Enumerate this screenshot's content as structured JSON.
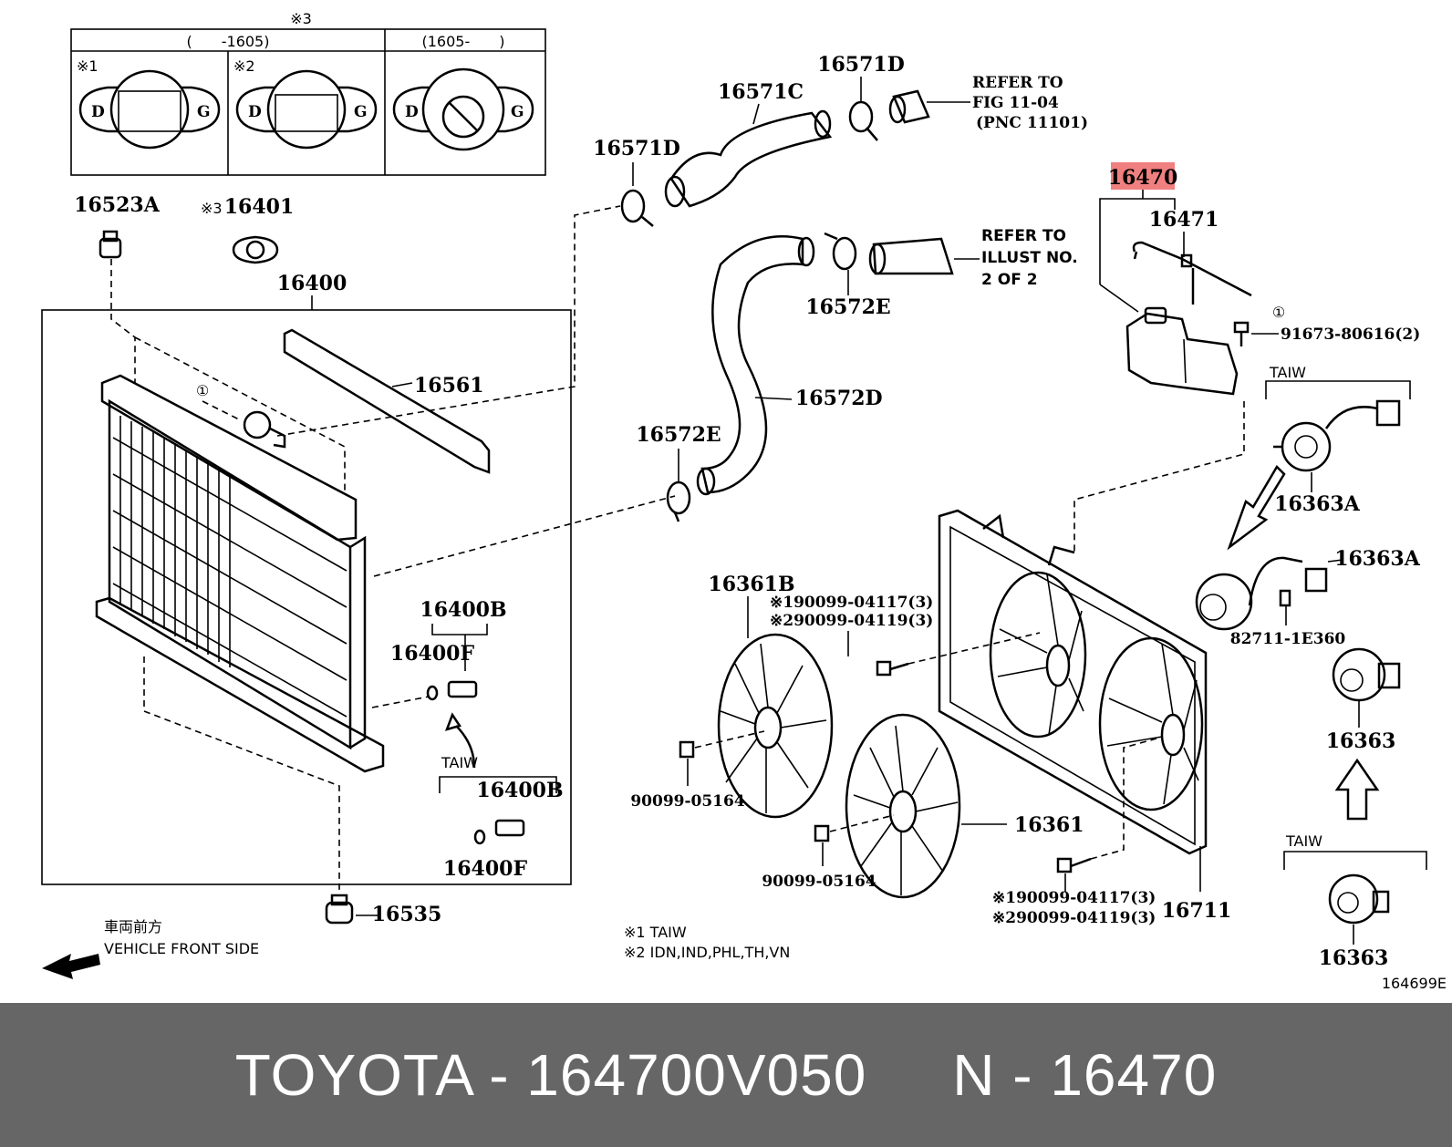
{
  "diagram": {
    "labels": {
      "note3": "※3",
      "range1": "(　　-1605)",
      "range2": "(1605-　　)",
      "mark1": "※1",
      "mark2": "※2",
      "p16523A": "16523A",
      "p16401": "16401",
      "mark3_16401": "※3",
      "p16400": "16400",
      "p16561": "16561",
      "p16571C": "16571C",
      "p16571D_top": "16571D",
      "p16571D_left": "16571D",
      "ref1_line1": "REFER TO",
      "ref1_line2": "FIG 11-04",
      "ref1_line3": "(PNC 11101)",
      "ref2_line1": "REFER TO",
      "ref2_line2": "ILLUST NO.",
      "ref2_line3": "2 OF 2",
      "p16572E_top": "16572E",
      "p16572D": "16572D",
      "p16572E_left": "16572E",
      "p16470": "16470",
      "p16471": "16471",
      "p91673": "91673-80616(2)",
      "circle1a": "①",
      "circle1b": "①",
      "taiw1": "TAIW",
      "taiw2": "TAIW",
      "taiw3": "TAIW",
      "p16363A_1": "16363A",
      "p16363A_2": "16363A",
      "p82711": "82711-1E360",
      "p16363_1": "16363",
      "p16363_2": "16363",
      "p16361B": "16361B",
      "bolt1_1": "※190099-04117(3)",
      "bolt1_2": "※290099-04119(3)",
      "p90099_1": "90099-05164",
      "p90099_2": "90099-05164",
      "p16361": "16361",
      "bolt2_1": "※190099-04117(3)",
      "bolt2_2": "※290099-04119(3)",
      "p16711": "16711",
      "p16400B_1": "16400B",
      "p16400F_1": "16400F",
      "p16400B_2": "16400B",
      "p16400F_2": "16400F",
      "p16535": "16535",
      "front_jp": "車両前方",
      "front_en": "VEHICLE FRONT SIDE",
      "note_m1": "※1 TAIW",
      "note_m2": "※2 IDN,IND,PHL,TH,VN",
      "fig_id": "164699E"
    },
    "highlight_color": "#f08080"
  },
  "footer": {
    "text": "TOYOTA - 164700V050     N - 16470"
  }
}
